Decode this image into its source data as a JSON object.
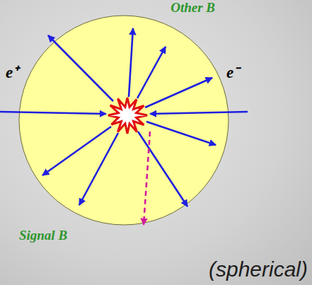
{
  "diagram": {
    "labels": [
      "Other B",
      "e⁺",
      "e⁻",
      "Signal B",
      "(spherical)"
    ]
  }
}
